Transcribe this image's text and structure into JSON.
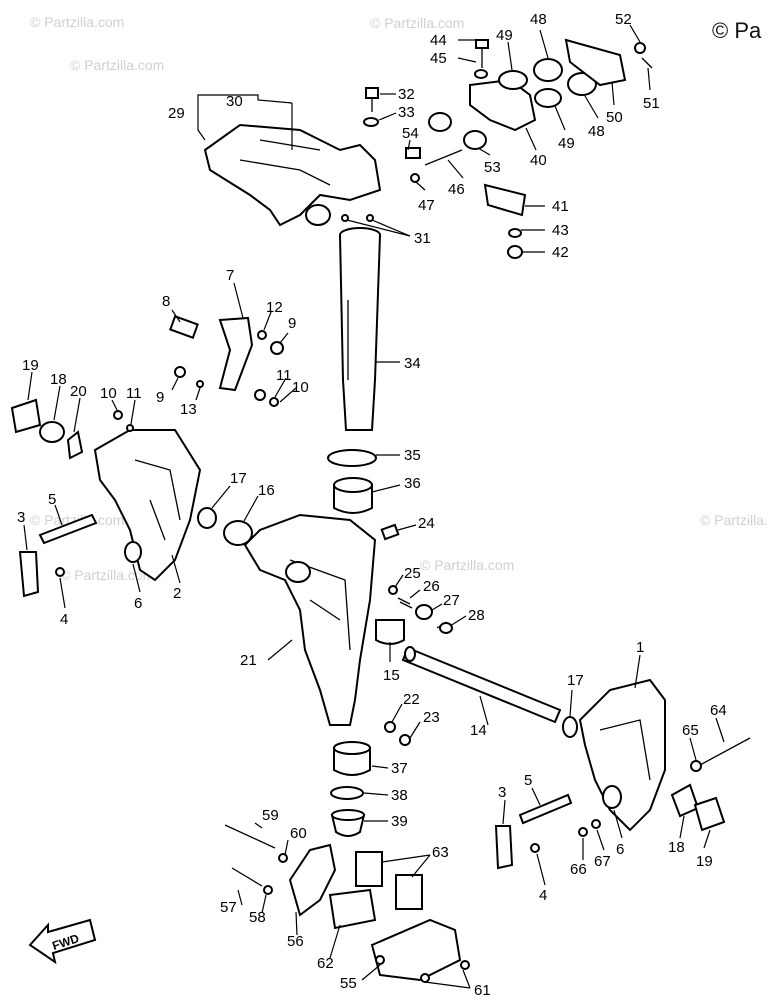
{
  "copyright": "© Pa",
  "watermarks": [
    "© Partzilla.com",
    "© Partzilla.com",
    "© Partzilla.com",
    "© Partzilla.com",
    "© Partzilla.com",
    "© Partzilla.com",
    "© Partzilla.com"
  ],
  "fwd_label": "FWD",
  "callouts": [
    "44",
    "45",
    "48",
    "52",
    "49",
    "51",
    "50",
    "48",
    "49",
    "40",
    "53",
    "46",
    "47",
    "41",
    "43",
    "42",
    "54",
    "32",
    "33",
    "30",
    "29",
    "31",
    "34",
    "35",
    "36",
    "24",
    "25",
    "26",
    "27",
    "28",
    "21",
    "15",
    "22",
    "23",
    "14",
    "37",
    "38",
    "39",
    "59",
    "60",
    "57",
    "58",
    "56",
    "63",
    "62",
    "55",
    "61",
    "8",
    "7",
    "12",
    "9",
    "9",
    "13",
    "11",
    "10",
    "19",
    "18",
    "20",
    "10",
    "11",
    "5",
    "3",
    "4",
    "6",
    "2",
    "17",
    "16",
    "1",
    "17",
    "64",
    "65",
    "5",
    "3",
    "67",
    "66",
    "6",
    "18",
    "19",
    "4"
  ]
}
